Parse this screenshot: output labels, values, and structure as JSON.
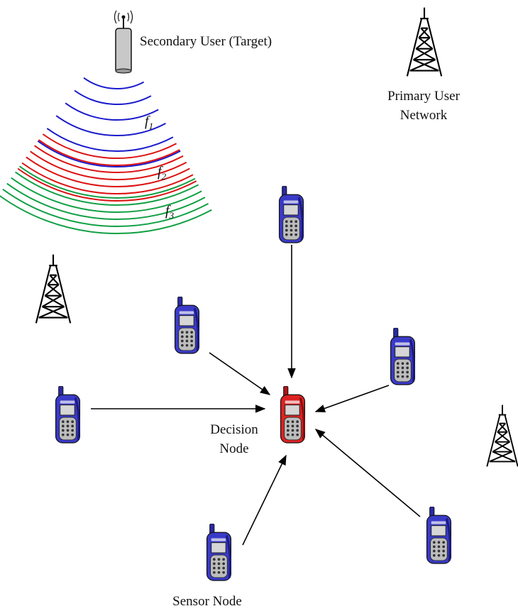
{
  "labels": {
    "secondary_user": "Secondary User (Target)",
    "primary_network_line1": "Primary User",
    "primary_network_line2": "Network",
    "decision_line1": "Decision",
    "decision_line2": "Node",
    "sensor": "Sensor Node"
  },
  "frequencies": [
    {
      "base": "f",
      "sub": "1",
      "color": "#1a1acc"
    },
    {
      "base": "f",
      "sub": "2",
      "color": "#dd1111"
    },
    {
      "base": "f",
      "sub": "3",
      "color": "#11a044"
    }
  ],
  "colors": {
    "phone_body": "#3a3ac8",
    "phone_decision": "#dd2222",
    "arrow": "#000000"
  },
  "icons": [
    "secondary-user-antenna-icon",
    "primary-tower-icon",
    "cell-tower-icon",
    "mobile-phone-icon"
  ]
}
